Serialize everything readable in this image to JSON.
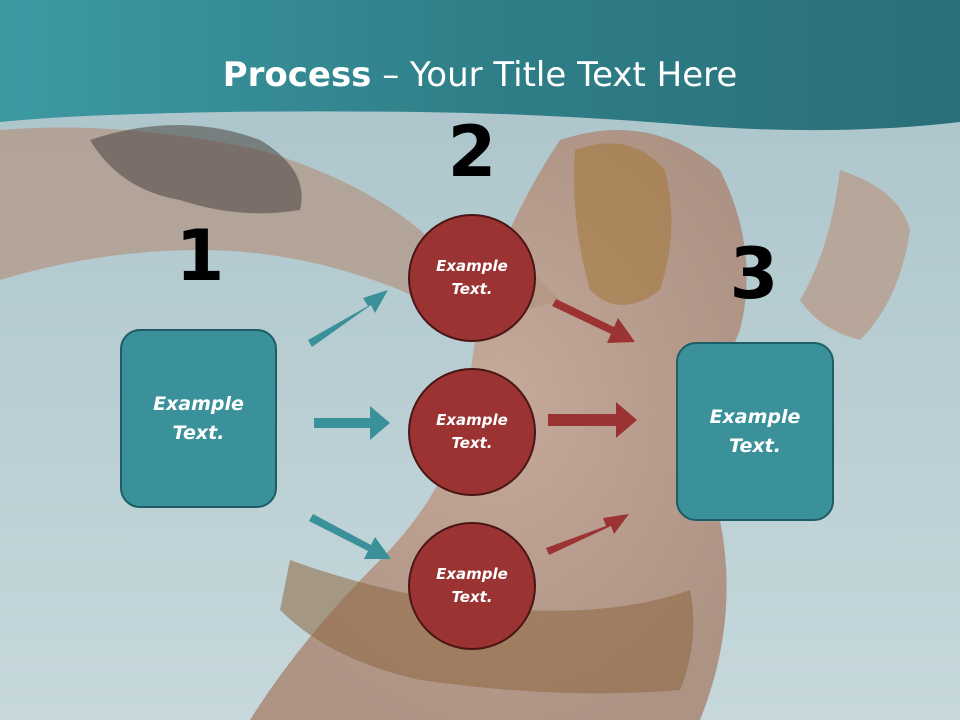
{
  "title": {
    "bold": "Process",
    "rest": " – Your Title Text Here"
  },
  "steps": {
    "one": {
      "number": "1",
      "text": "Example Text."
    },
    "two": {
      "number": "2",
      "circles": [
        {
          "text": "Example Text."
        },
        {
          "text": "Example Text."
        },
        {
          "text": "Example Text."
        }
      ]
    },
    "three": {
      "number": "3",
      "text": "Example Text."
    }
  },
  "colors": {
    "teal": "#3b9199",
    "teal_dark": "#1e5d66",
    "red": "#9b3333",
    "red_dark": "#4a1515",
    "header": "#2f7a83"
  }
}
